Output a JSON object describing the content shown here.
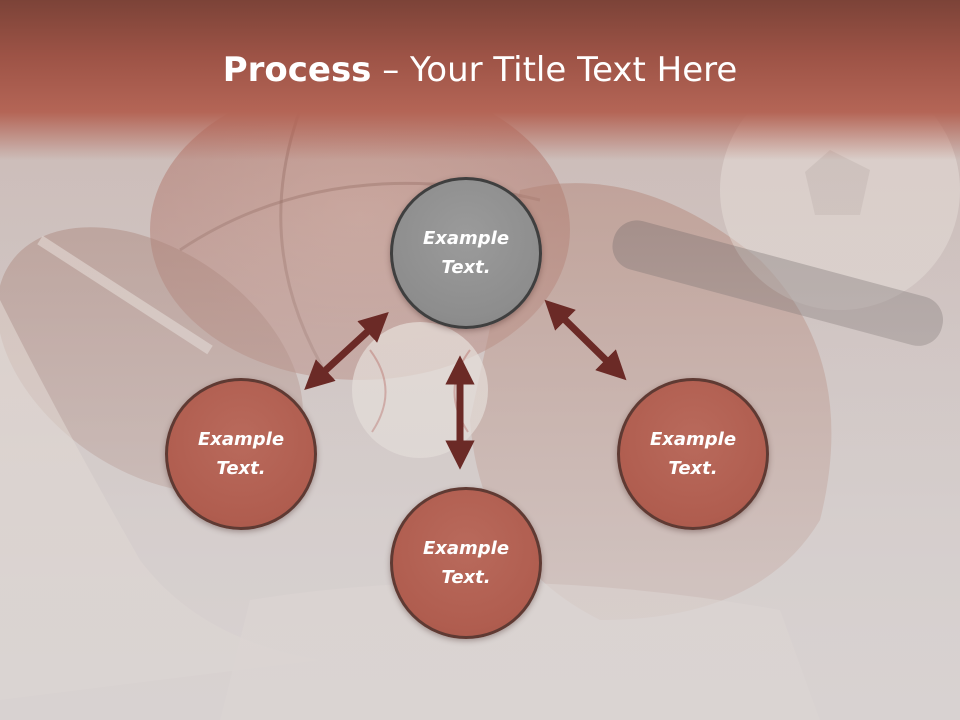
{
  "title": {
    "bold": "Process",
    "rest": " – Your Title Text Here"
  },
  "nodes": {
    "top": {
      "line1": "Example",
      "line2": "Text."
    },
    "left": {
      "line1": "Example",
      "line2": "Text."
    },
    "right": {
      "line1": "Example",
      "line2": "Text."
    },
    "bottom": {
      "line1": "Example",
      "line2": "Text."
    }
  },
  "colors": {
    "title_band": "#9d5346",
    "node_fill": "#b05d4f",
    "center_node_fill": "#8d8d8d",
    "arrow": "#6b2a26",
    "title_text": "#ffffff"
  },
  "background_image": "faded sports equipment collage (football, basketball, baseball glove, soccer ball)"
}
